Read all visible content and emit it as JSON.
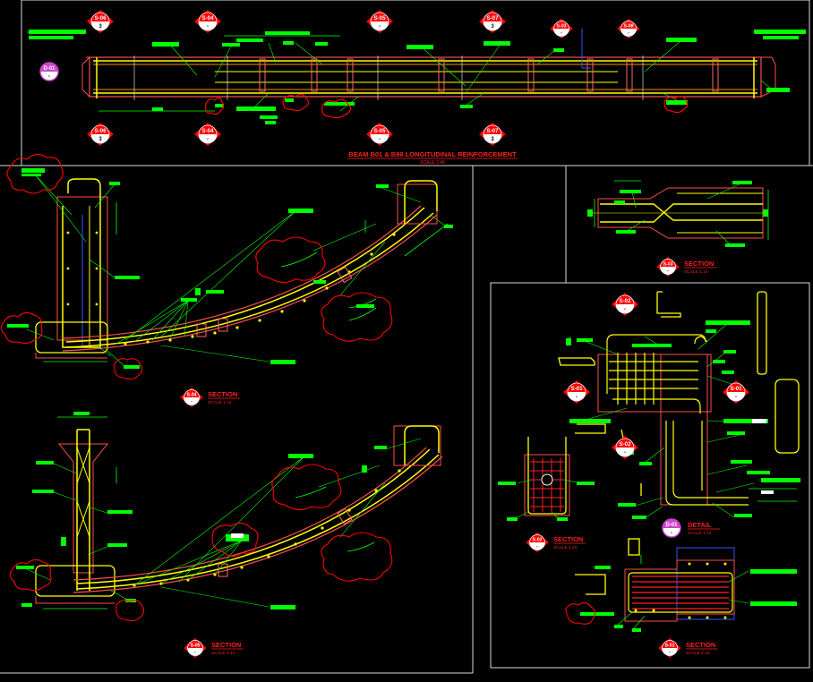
{
  "sheet": {
    "beam_title": "BEAM B01 & B88 LONGITUDINAL REINFORCEMENT",
    "beam_scale": "SCALE 1:40"
  },
  "section_cuts": [
    {
      "id": "S-06",
      "num": "3"
    },
    {
      "id": "S-04",
      "num": "-"
    },
    {
      "id": "S-05",
      "num": "-"
    },
    {
      "id": "S-07",
      "num": "3"
    },
    {
      "id": "S-03",
      "num": "-"
    },
    {
      "id": "S-08",
      "num": "-"
    },
    {
      "id": "S-06",
      "num": "3"
    },
    {
      "id": "S-04",
      "num": "-"
    },
    {
      "id": "S-05",
      "num": "-"
    },
    {
      "id": "S-07",
      "num": "3"
    },
    {
      "id": "S-02",
      "num": "-"
    },
    {
      "id": "S-01",
      "num": "-"
    },
    {
      "id": "S-01",
      "num": "-"
    },
    {
      "id": "S-02",
      "num": "-"
    }
  ],
  "detail_tags": [
    {
      "id": "D-01",
      "num": "-"
    },
    {
      "id": "D-01",
      "num": "-"
    }
  ],
  "panel_titles": [
    {
      "id": "S-03",
      "num": "-",
      "title": "SECTION",
      "scale": "SCALE 1:10"
    },
    {
      "id": "S-04",
      "num": "-",
      "title": "SECTION",
      "scale": "SCALE 1:10"
    },
    {
      "id": "S-05",
      "num": "-",
      "title": "SECTION",
      "scale": "SCALE 1:10"
    },
    {
      "id": "S-02",
      "num": "-",
      "title": "SECTION",
      "scale": "SCALE 1:10"
    },
    {
      "id": "D-01",
      "num": "-",
      "title": "DETAIL",
      "scale": "SCALE 1:10"
    },
    {
      "id": "S-01",
      "num": "-",
      "title": "SECTION",
      "scale": "SCALE 1:10"
    }
  ],
  "colors": {
    "background": "#000000",
    "frame": "#d8d8d8",
    "rebar": "#ffff00",
    "concrete": "#ff4d4d",
    "leader": "#00ff00",
    "dimension": "#00ff00",
    "cloud": "#ff0000",
    "tag_fill": "#ff0000",
    "detail_tag": "#cc44cc",
    "blue_line": "#3355ff"
  }
}
